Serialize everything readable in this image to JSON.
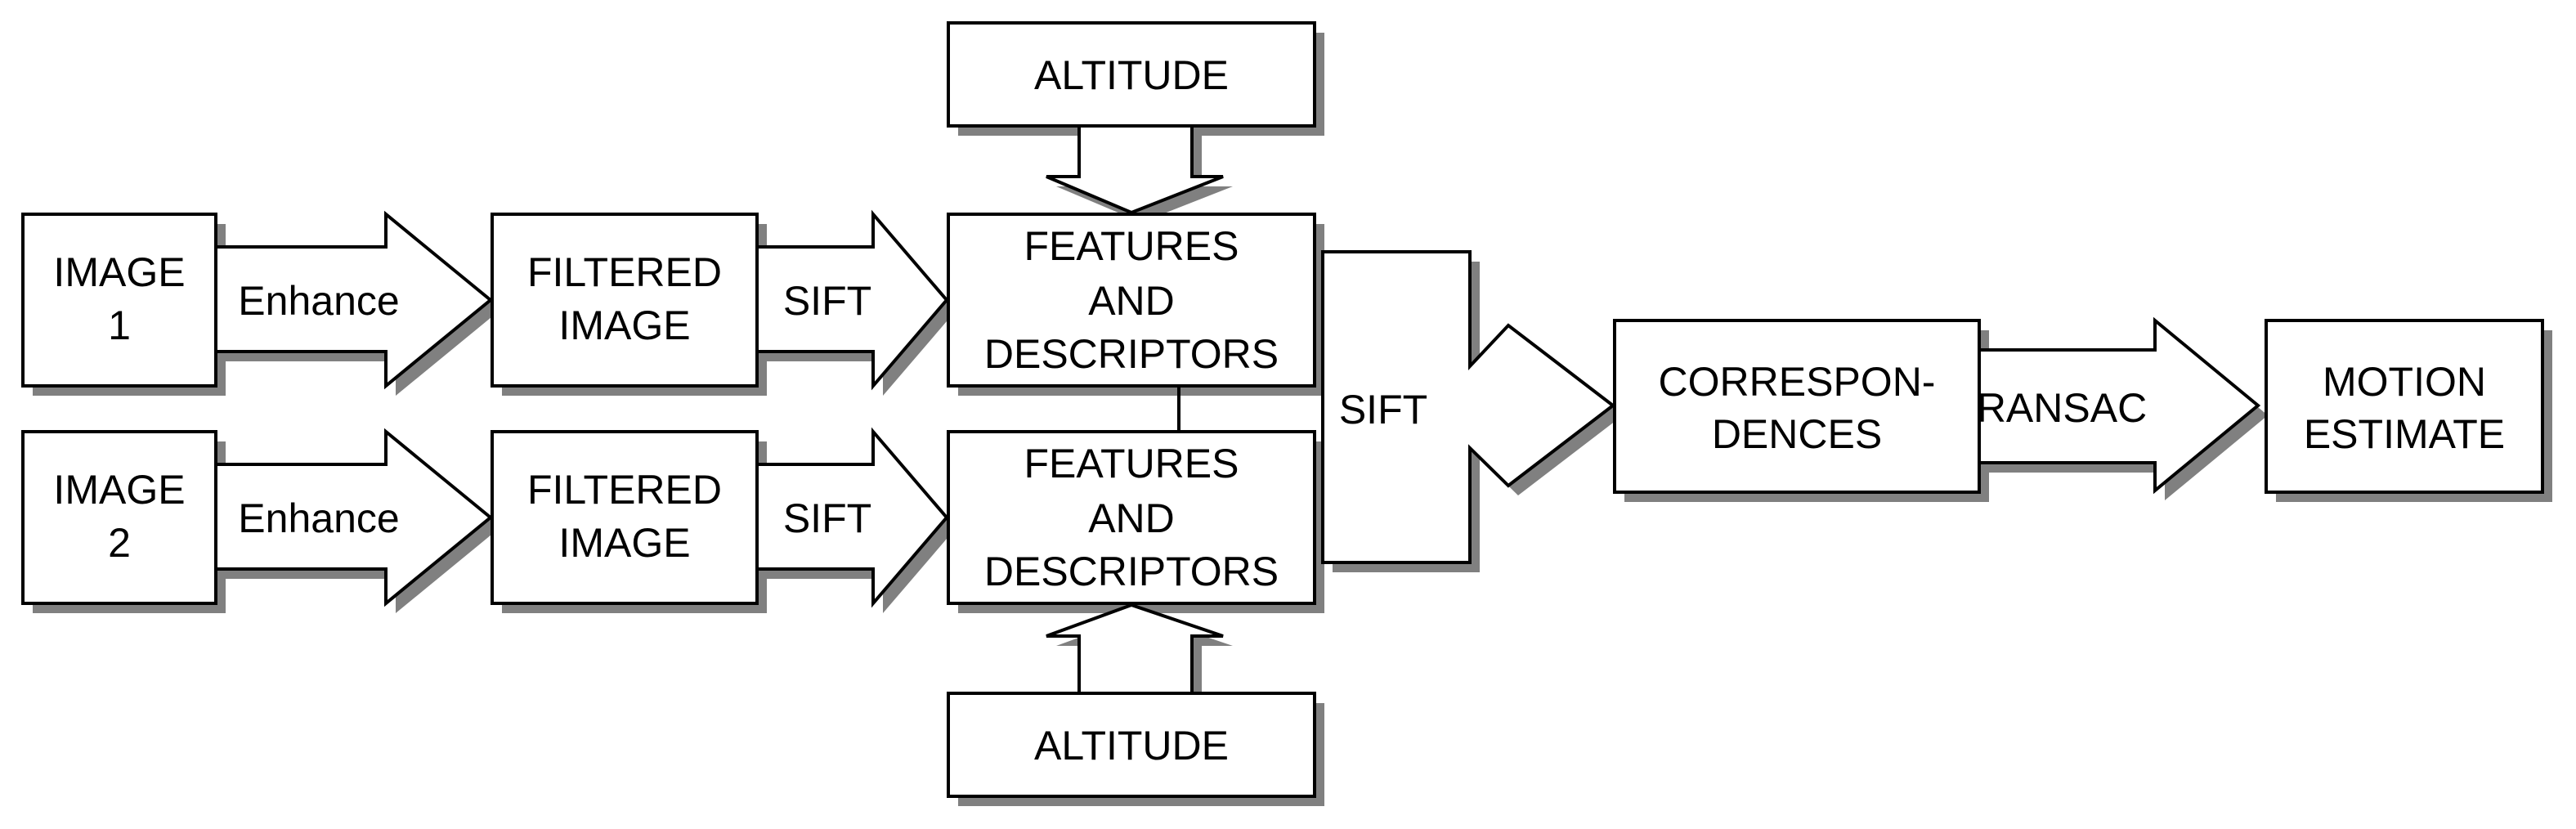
{
  "boxes": {
    "image1": [
      "IMAGE",
      "1"
    ],
    "image2": [
      "IMAGE",
      "2"
    ],
    "filtered1": [
      "FILTERED",
      "IMAGE"
    ],
    "filtered2": [
      "FILTERED",
      "IMAGE"
    ],
    "features1": [
      "FEATURES",
      "AND",
      "DESCRIPTORS"
    ],
    "features2": [
      "FEATURES",
      "AND",
      "DESCRIPTORS"
    ],
    "altitude_top": "ALTITUDE",
    "altitude_bottom": "ALTITUDE",
    "correspondences": [
      "CORRESPON-",
      "DENCES"
    ],
    "motion": [
      "MOTION",
      "ESTIMATE"
    ]
  },
  "arrows": {
    "enhance1": "Enhance",
    "enhance2": "Enhance",
    "sift1": "SIFT",
    "sift2": "SIFT",
    "sift_merge": "SIFT",
    "ransac": "RANSAC"
  },
  "colors": {
    "fill": "#ffffff",
    "stroke": "#000000",
    "shadow": "#808080"
  }
}
